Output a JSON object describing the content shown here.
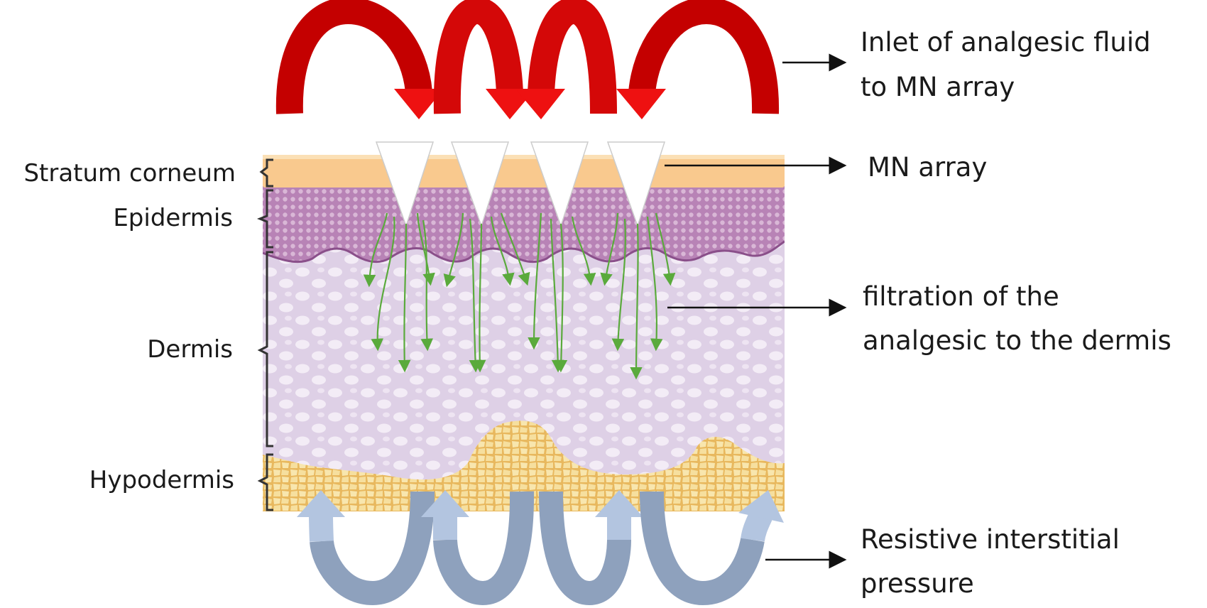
{
  "layers": {
    "stratum_corneum": "Stratum corneum",
    "epidermis": "Epidermis",
    "dermis": "Dermis",
    "hypodermis": "Hypodermis"
  },
  "annotations": {
    "inlet_line1": "Inlet of analgesic fluid",
    "inlet_line2": "to MN array",
    "mn_array": "MN array",
    "filtration_line1": "filtration of the",
    "filtration_line2": "analgesic to the dermis",
    "resistive_line1": "Resistive interstitial",
    "resistive_line2": "pressure"
  },
  "colors": {
    "stratum_corneum": "#f9c98e",
    "epidermis": "#b57fb4",
    "dermis": "#e4d2e8",
    "hypodermis": "#f4dc92",
    "inlet_arrows": "#e01010",
    "filtration_arrows": "#5aaa3c",
    "pressure_arrows": "#a9bcd8",
    "microneedle": "#ffffff"
  }
}
